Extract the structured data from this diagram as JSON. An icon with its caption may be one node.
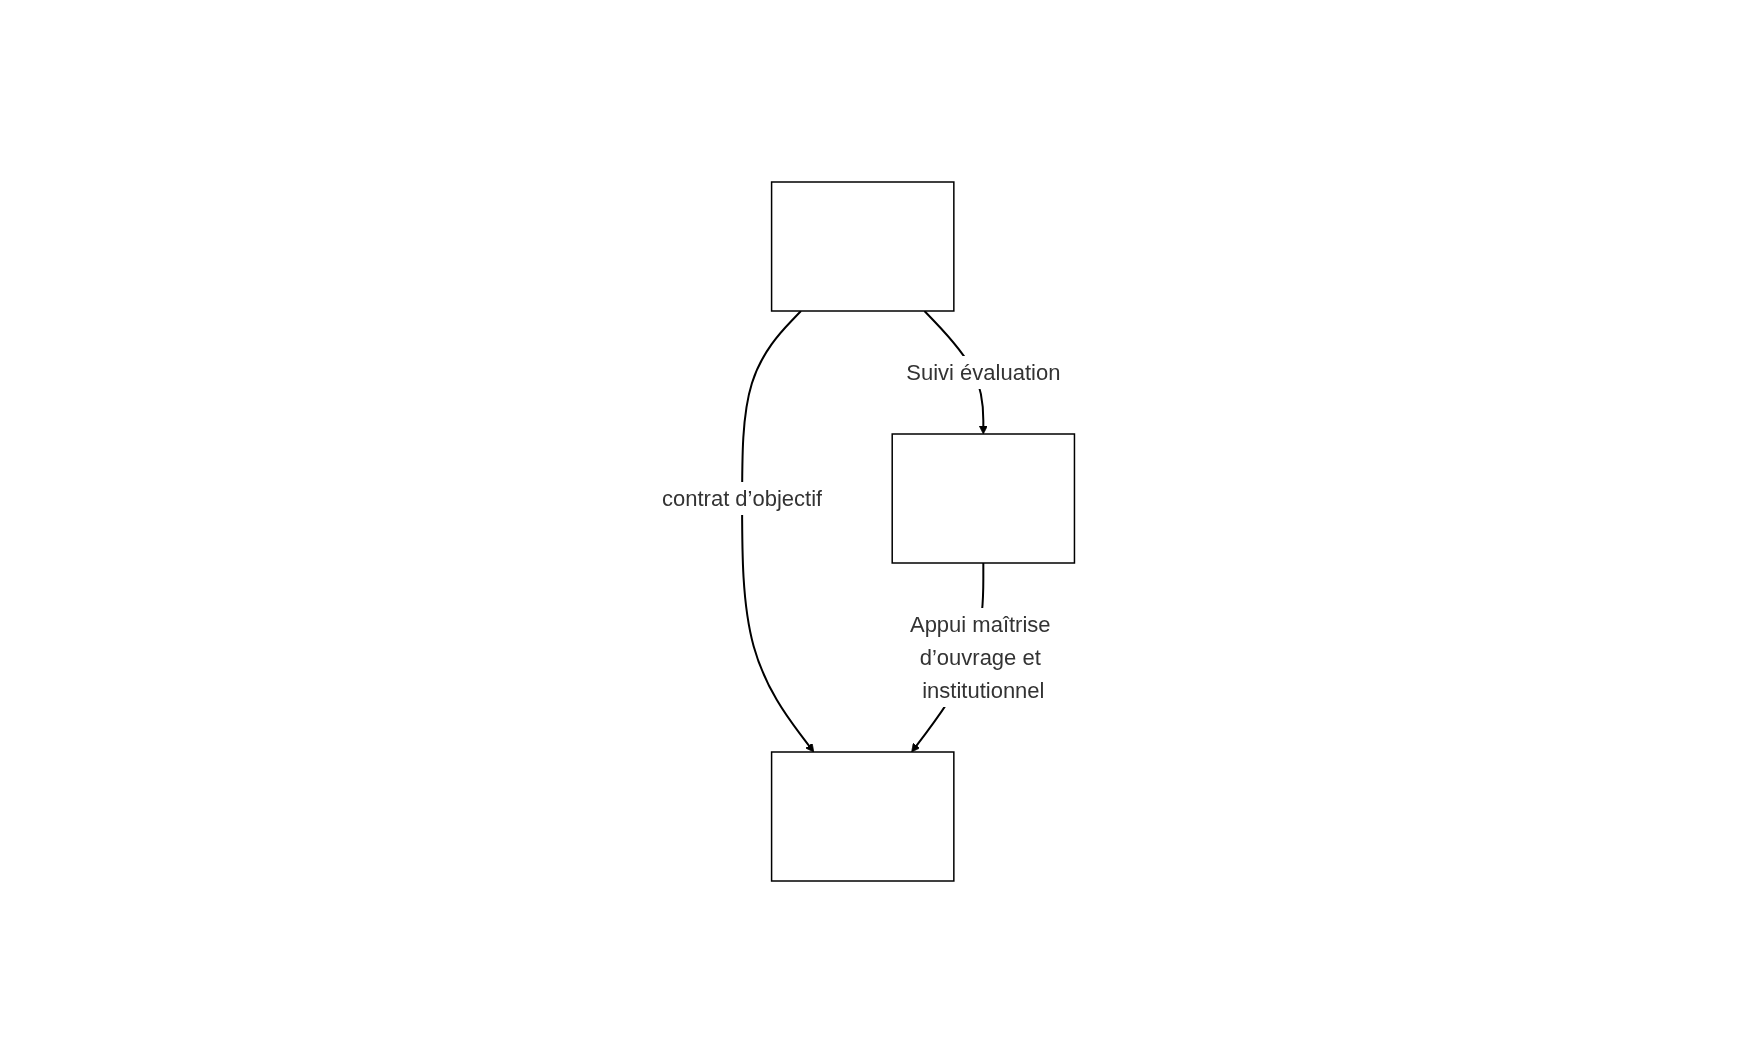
{
  "diagram": {
    "nodes": [
      {
        "text": [],
        "shape": "box"
      },
      {
        "text": [],
        "shape": "box"
      },
      {
        "text": [],
        "shape": "box"
      }
    ],
    "edges": [
      {
        "from": 0,
        "to": 1,
        "arrow": "to",
        "label": "Suivi évaluation"
      },
      {
        "from": 0,
        "to": 2,
        "arrow": "to",
        "label": "contrat d’objectif"
      },
      {
        "from": 1,
        "to": 2,
        "arrow": "to",
        "label": "Appui maîtrise d’ouvrage et institutionnel"
      }
    ]
  }
}
